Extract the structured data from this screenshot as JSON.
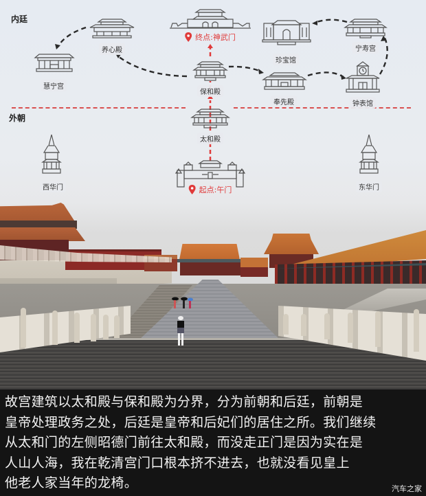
{
  "map": {
    "zones": {
      "inner_court": "内廷",
      "outer_court": "外朝"
    },
    "buildings": [
      {
        "id": "huiningong",
        "label": "慧宁宫"
      },
      {
        "id": "yangxindian",
        "label": "养心殿"
      },
      {
        "id": "shenwumen",
        "label": "神武门"
      },
      {
        "id": "baohedian",
        "label": "保和殿"
      },
      {
        "id": "zhenbaoguan",
        "label": "珍宝馆"
      },
      {
        "id": "ningshougong",
        "label": "宁寿宫"
      },
      {
        "id": "fengxiandian",
        "label": "奉先殿"
      },
      {
        "id": "zhongbiaoguan",
        "label": "钟表馆"
      },
      {
        "id": "taihedian",
        "label": "太和殿"
      },
      {
        "id": "xihuamen",
        "label": "西华门"
      },
      {
        "id": "wumen",
        "label": "午门"
      },
      {
        "id": "donghuamen",
        "label": "东华门"
      }
    ],
    "start": {
      "label": "起点:午门",
      "icon": "location-pin-icon"
    },
    "end": {
      "label": "终点:神武门",
      "icon": "location-pin-icon"
    },
    "route_color": "#e03a3a",
    "path_color": "#2a2a2a",
    "route_order": [
      "午门",
      "太和殿",
      "保和殿",
      "奉先殿",
      "钟表馆",
      "宁寿宫",
      "珍宝馆",
      "保和殿",
      "养心殿",
      "慧宁宫",
      "神武门"
    ]
  },
  "caption": {
    "lines": [
      "故宫建筑以太和殿与保和殿为分界，分为前朝和后廷，前朝是",
      "皇帝处理政务之处，后廷是皇帝和后妃们的居住之所。我们继续",
      "从太和门的左侧昭德门前往太和殿，而没走正门是因为实在是",
      "人山人海，我在乾清宫门口根本挤不进去，也就没看见皇上",
      "他老人家当年的龙椅。"
    ]
  },
  "watermark": "汽车之家"
}
